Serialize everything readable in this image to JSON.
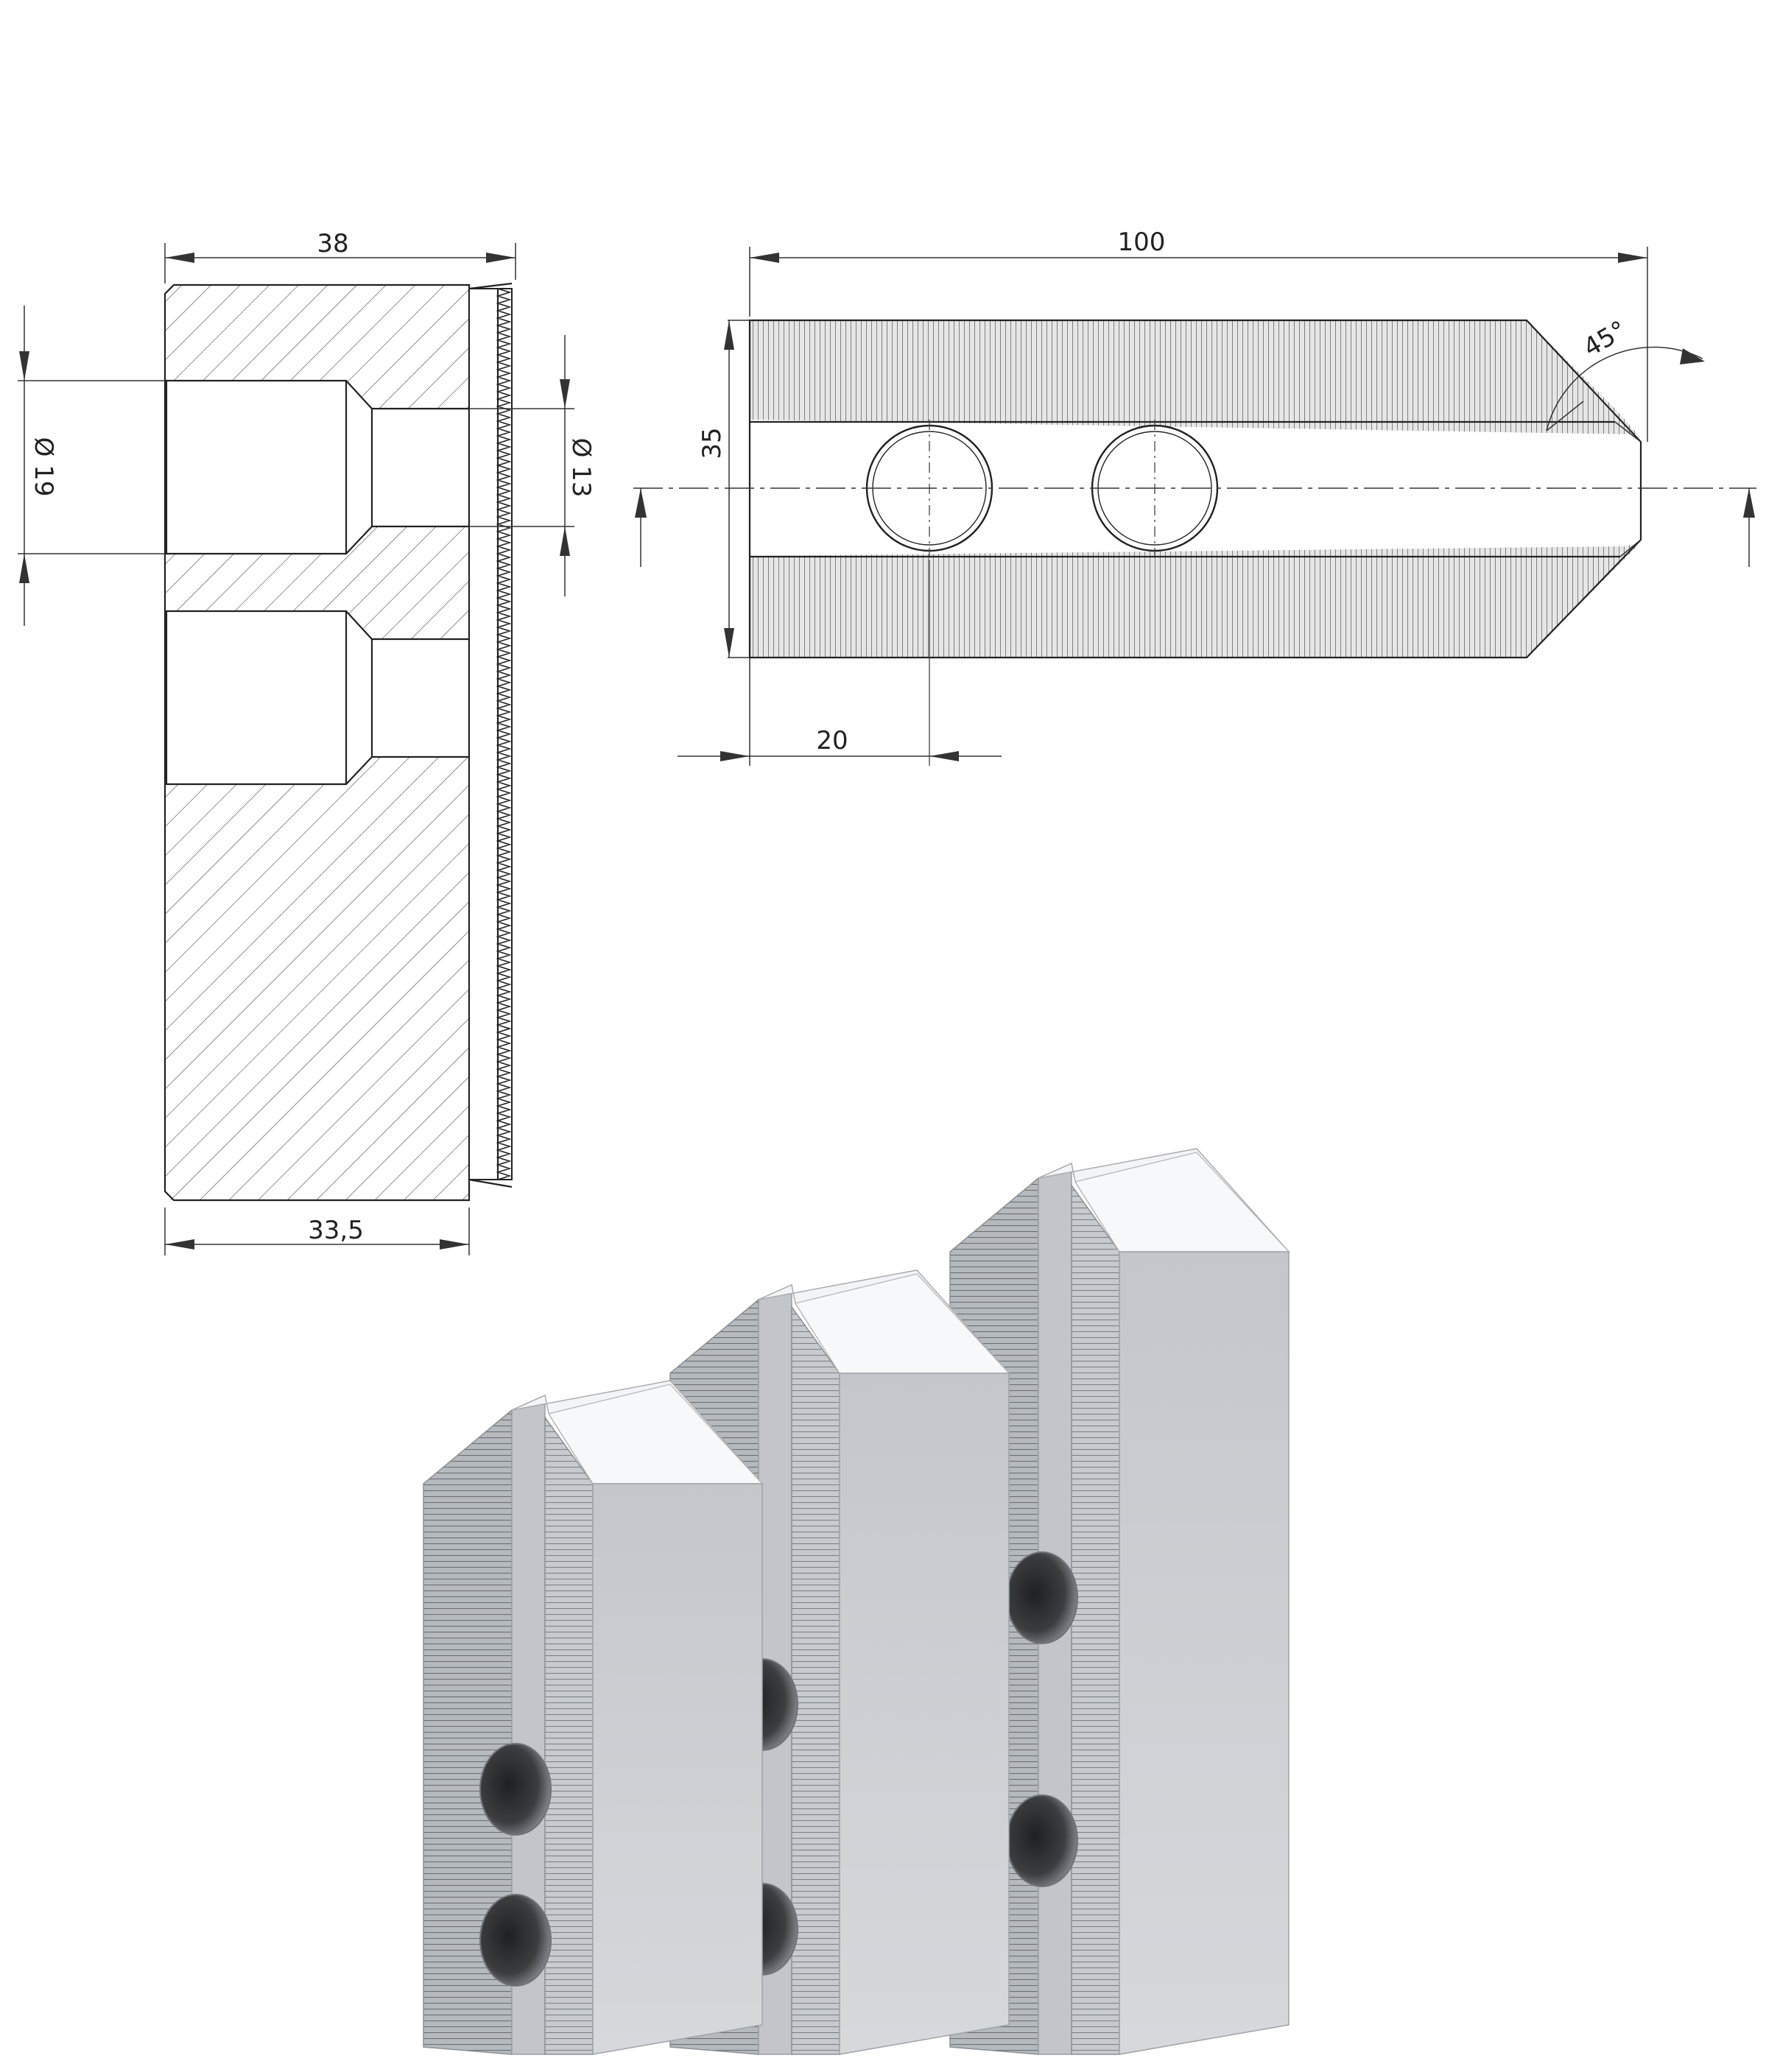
{
  "drawing": {
    "section_view": {
      "dim_top_width": "38",
      "dim_bottom_width": "33,5",
      "dim_bore_large": "Ø 19",
      "dim_bore_small": "Ø 13"
    },
    "side_view": {
      "dim_length": "100",
      "dim_height": "35",
      "dim_hole_offset": "20",
      "dim_chamfer_angle": "45°"
    }
  },
  "render_3d": {
    "jaw_count": 3,
    "colors": {
      "face_light": "#f3f4f5",
      "face_front": "#c9cdd1",
      "face_side": "#aeb3b8",
      "serration": "#8d9297",
      "hole_dark": "#3a3d40"
    }
  }
}
